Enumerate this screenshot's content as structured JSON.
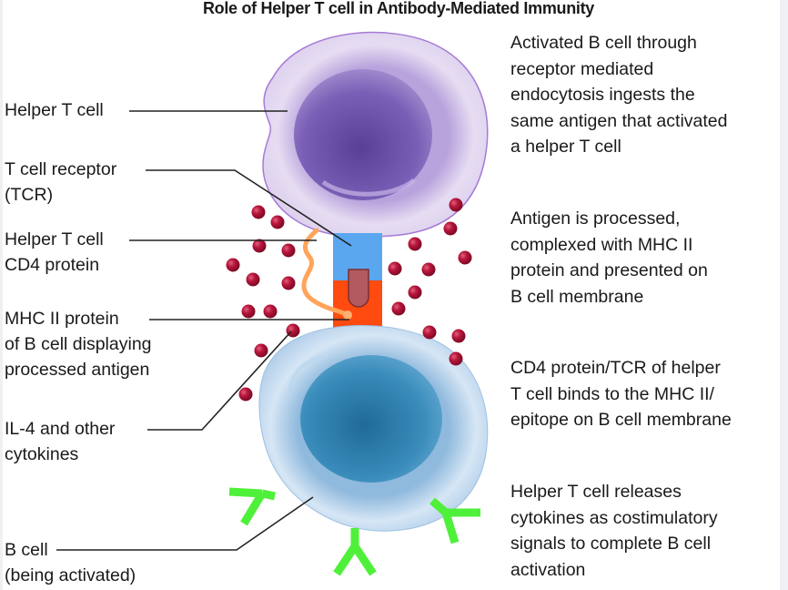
{
  "title": "Role of Helper T cell in Antibody-Mediated Immunity",
  "left_labels": [
    {
      "id": "helper-t-cell",
      "lines": [
        "Helper T cell"
      ]
    },
    {
      "id": "tcr",
      "lines": [
        "T cell receptor",
        "(TCR)"
      ]
    },
    {
      "id": "cd4",
      "lines": [
        "Helper T cell",
        "CD4 protein"
      ]
    },
    {
      "id": "mhc2",
      "lines": [
        "MHC II protein",
        "of B cell displaying",
        "processed antigen"
      ]
    },
    {
      "id": "il4",
      "lines": [
        "IL-4 and other",
        "cytokines"
      ]
    },
    {
      "id": "b-cell",
      "lines": [
        "B cell",
        "(being activated)"
      ]
    }
  ],
  "steps": [
    {
      "lines": [
        "Activated B cell through",
        "receptor mediated",
        "endocytosis ingests the",
        "same antigen that activated",
        "a helper T cell"
      ]
    },
    {
      "lines": [
        "Antigen is processed,",
        "complexed with MHC II",
        "protein and presented on",
        "B cell membrane"
      ]
    },
    {
      "lines": [
        "CD4 protein/TCR of helper",
        "T cell binds to the MHC II/",
        "epitope on B cell membrane"
      ]
    },
    {
      "lines": [
        "Helper T cell releases",
        "cytokines as costimulatory",
        "signals to complete B cell",
        "activation"
      ]
    }
  ],
  "colors": {
    "t_cell_membrane": "#c9b6e6",
    "t_cell_nucleus": "#6e52a8",
    "b_cell_membrane": "#bcd6ee",
    "b_cell_nucleus": "#2f7fae",
    "tcr_blue": "#5aa7f0",
    "mhc_orange": "#ff4a10",
    "antigen_peg": "#b35a5e",
    "cd4_orange": "#ffa45a",
    "cytokine_red": "#b0153a",
    "antibody_green": "#4ff03a",
    "leader_line": "#222222"
  }
}
